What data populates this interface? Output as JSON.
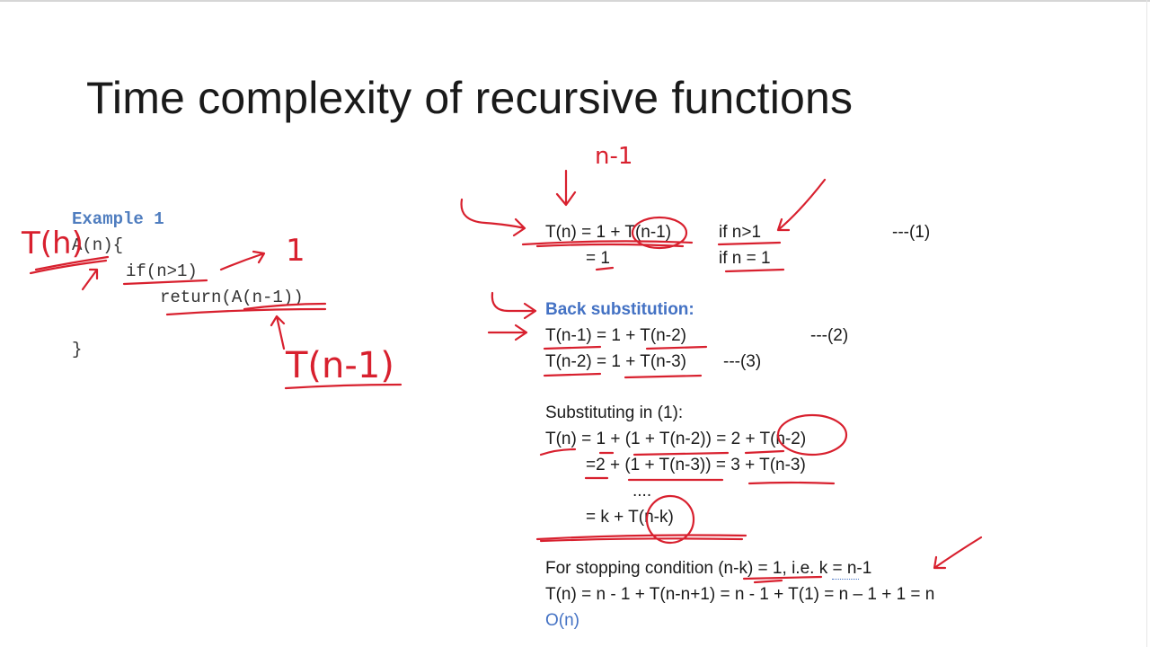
{
  "slide": {
    "title": "Time complexity of recursive functions"
  },
  "code": {
    "heading": "Example 1",
    "line1": "A(n){",
    "line2": "if(n>1)",
    "line3": "return(A(n-1))",
    "line4": "}"
  },
  "recurrence": {
    "row1": "T(n) = 1 + T(n-1)",
    "row1_cond": "if n>1",
    "row1_eq": "---(1)",
    "row2": "= 1",
    "row2_cond": "if n = 1"
  },
  "back_substitution": {
    "heading": "Back substitution:",
    "eq2": "T(n-1) = 1 + T(n-2)",
    "eq2_label": "---(2)",
    "eq3": "T(n-2) = 1 + T(n-3)",
    "eq3_label": "---(3)"
  },
  "substituting": {
    "heading": "Substituting in (1):",
    "line1": "T(n) = 1 + (1 + T(n-2)) = 2 + T(n-2)",
    "line2": "=2 + (1 + T(n-3)) = 3 + T(n-3)",
    "dots": "....",
    "line3": "= k + T(n-k)"
  },
  "stopping": {
    "prefix": "For stopping condition (n-k) = 1, ",
    "ie": "i.e.",
    "suffix": " k = n-1",
    "result": "T(n) = n - 1 + T(n-n+1) = n - 1 + T(1) = n – 1 + 1 = n",
    "complexity": "O(n)"
  },
  "annotations": {
    "t_of_n": "T(h)",
    "one": "1",
    "t_of_n_minus_1": "T(n-1)",
    "n_minus_1": "n-1"
  },
  "colors": {
    "ink": "#d8202e",
    "heading_blue": "#4472c4",
    "code_blue": "#4f7dbf",
    "text": "#1a1a1a"
  }
}
